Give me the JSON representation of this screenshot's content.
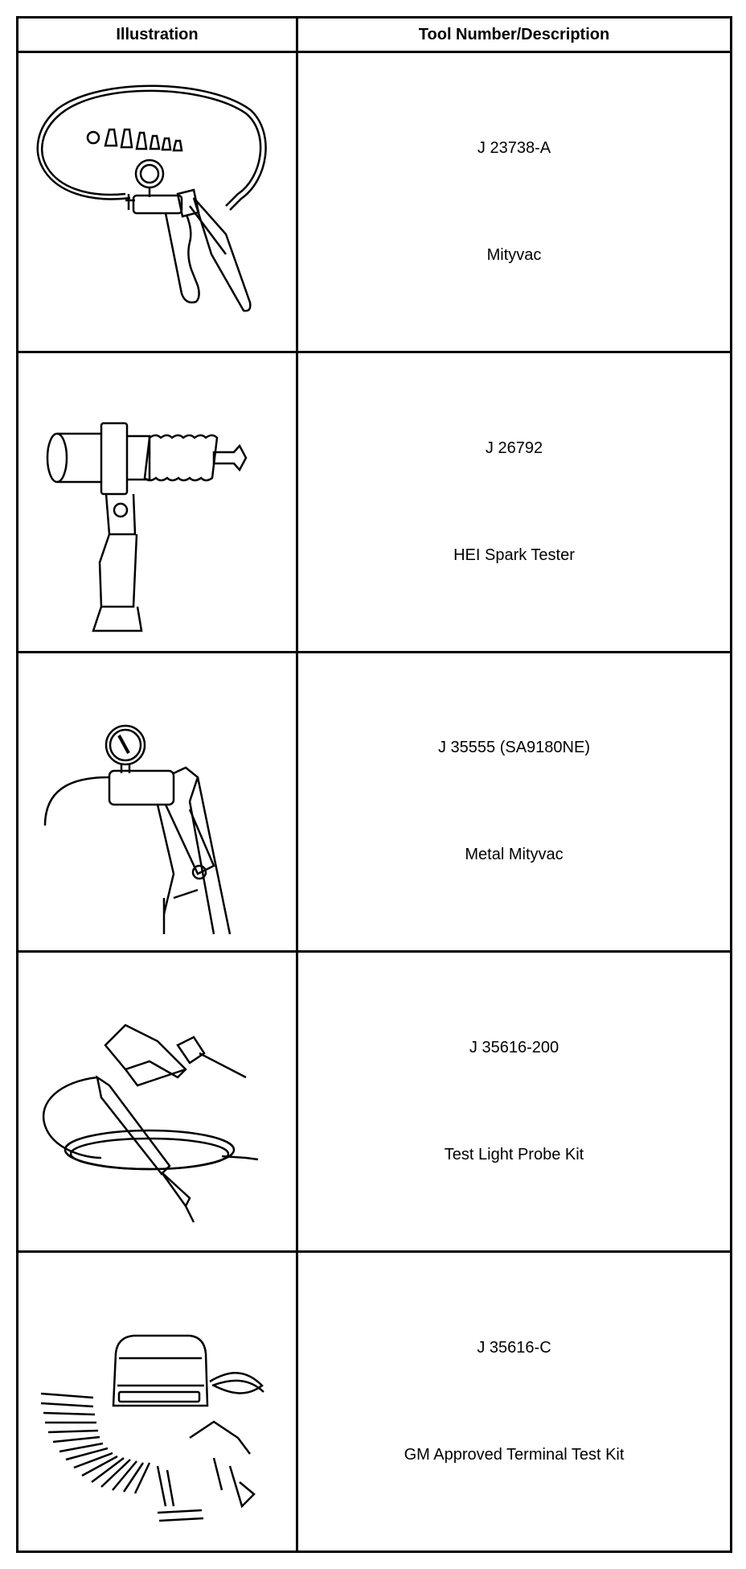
{
  "headers": {
    "illustration": "Illustration",
    "tool": "Tool Number/Description"
  },
  "tools": [
    {
      "number": "J 23738-A",
      "description": "Mityvac",
      "icon": "vacuum-pump-icon"
    },
    {
      "number": "J 26792",
      "description": "HEI Spark Tester",
      "icon": "spark-tester-icon"
    },
    {
      "number": "J 35555 (SA9180NE)",
      "description": "Metal Mityvac",
      "icon": "metal-vacuum-pump-icon"
    },
    {
      "number": "J 35616-200",
      "description": "Test Light Probe Kit",
      "icon": "test-light-probe-icon"
    },
    {
      "number": "J 35616-C",
      "description": "GM Approved Terminal Test Kit",
      "icon": "terminal-test-kit-icon"
    }
  ]
}
